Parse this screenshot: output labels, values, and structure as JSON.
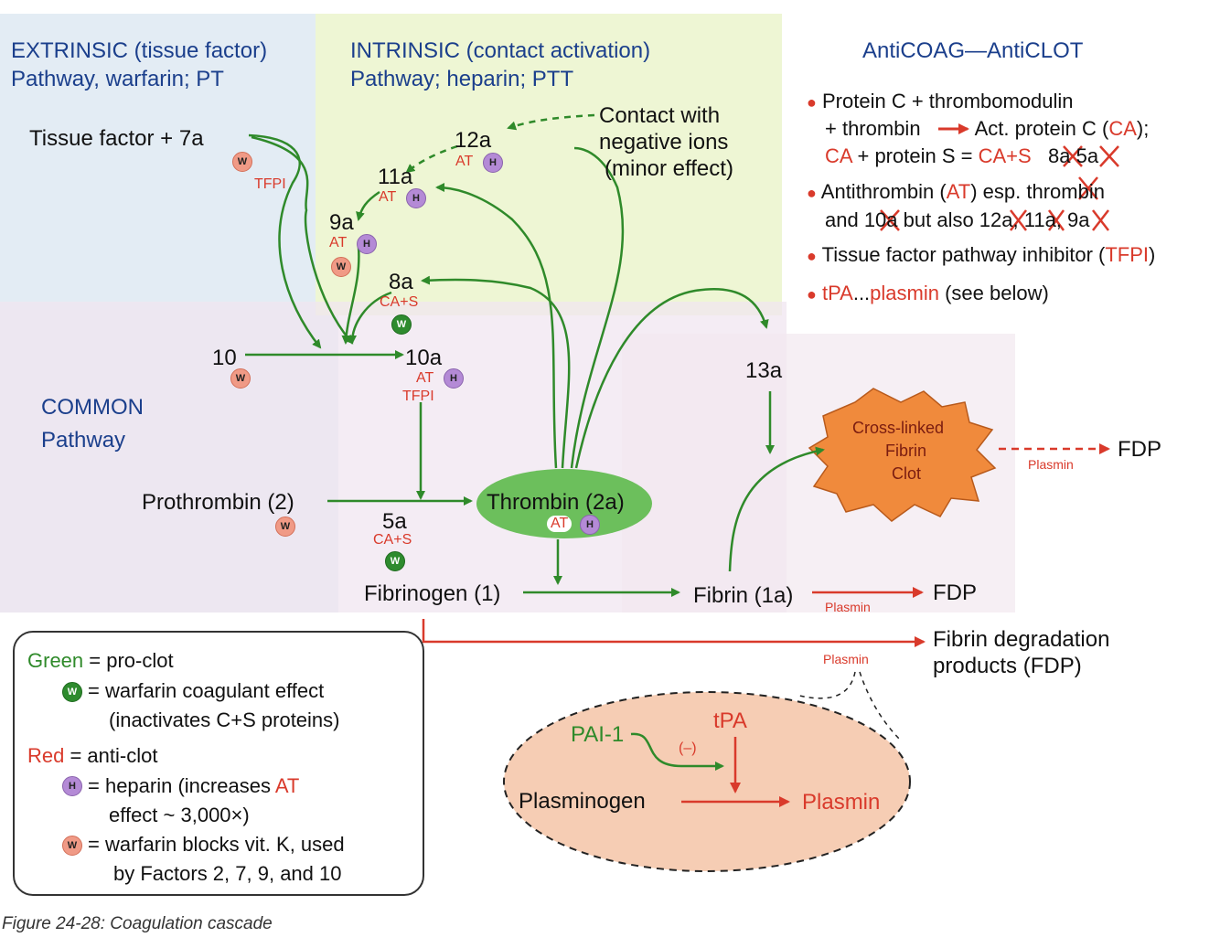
{
  "headers": {
    "extrinsic_line1": "EXTRINSIC (tissue factor)",
    "extrinsic_line2": "Pathway, warfarin; PT",
    "intrinsic_line1": "INTRINSIC (contact activation)",
    "intrinsic_line2": "Pathway; heparin; PTT",
    "anticoag_title": "AntiCOAG—AntiCLOT",
    "common_line1": "COMMON",
    "common_line2": "Pathway"
  },
  "nodes": {
    "tissue_factor": "Tissue factor + 7a",
    "tfpi": "TFPI",
    "contact_line1": "Contact with",
    "contact_line2": "negative ions",
    "contact_line3": "(minor effect)",
    "f12a": "12a",
    "f11a": "11a",
    "f9a": "9a",
    "f8a": "8a",
    "f10": "10",
    "f10a": "10a",
    "f13a": "13a",
    "f5a": "5a",
    "at": "AT",
    "cas": "CA+S",
    "prothrombin": "Prothrombin (2)",
    "thrombin": "Thrombin (2a)",
    "fibrinogen": "Fibrinogen (1)",
    "fibrin": "Fibrin (1a)",
    "clot_line1": "Cross-linked",
    "clot_line2": "Fibrin",
    "clot_line3": "Clot",
    "fdp": "FDP",
    "plasmin": "Plasmin",
    "fdp_long_line1": "Fibrin degradation",
    "fdp_long_line2": "products (FDP)",
    "pai1": "PAI-1",
    "tpa": "tPA",
    "minus": "(–)",
    "plasminogen": "Plasminogen",
    "plasmin_big": "Plasmin"
  },
  "badges": {
    "h": "H",
    "w": "W"
  },
  "anticoag_list": {
    "item1_line1": "Protein C + thrombomodulin",
    "item1_line2a": "+ thrombin",
    "item1_line2b": "Act. protein C (",
    "item1_line2c": "CA",
    "item1_line2d": ");",
    "item1_line3a": "CA",
    "item1_line3b": "+ protein S =",
    "item1_line3c": "CA+S",
    "item1_line3d": "8a",
    "item1_line3e": "5a",
    "item2_line1a": "Antithrombin (",
    "item2_line1b": "AT",
    "item2_line1c": ") esp. thrombin",
    "item2_line2": "and 10a but also 12a, 11a, 9a",
    "item3a": "Tissue factor pathway inhibitor (",
    "item3b": "TFPI",
    "item3c": ")",
    "item4a": "tPA",
    "item4b": "...",
    "item4c": "plasmin",
    "item4d": " (see below)"
  },
  "legend": {
    "green_word": "Green",
    "green_rest": " = pro-clot",
    "w_green_line1": "= warfarin coagulant effect",
    "w_green_line2": "(inactivates C+S proteins)",
    "red_word": "Red",
    "red_rest": "  = anti-clot",
    "heparin_line1a": "= heparin (increases ",
    "heparin_line1b": "AT",
    "heparin_line2": "effect ~ 3,000×)",
    "w_red_line1": "= warfarin blocks vit. K, used",
    "w_red_line2": "by Factors 2, 7, 9, and 10"
  },
  "caption": "Figure 24-28: Coagulation cascade",
  "colors": {
    "pro_clot_green": "#2f8a2a",
    "anti_clot_red": "#d93a2b",
    "header_blue": "#1b3f8c",
    "clot_orange": "#f08a3c",
    "thrombin_fill": "#6cbf5c",
    "plasminogen_fill": "#f6cdb4"
  }
}
